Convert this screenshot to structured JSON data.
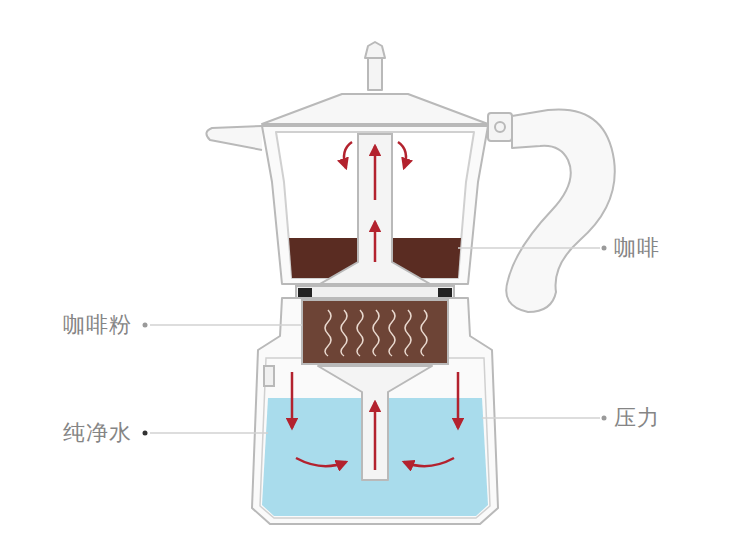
{
  "diagram": {
    "labels": [
      "咖啡",
      "咖啡粉",
      "压力",
      "纯净水"
    ]
  }
}
